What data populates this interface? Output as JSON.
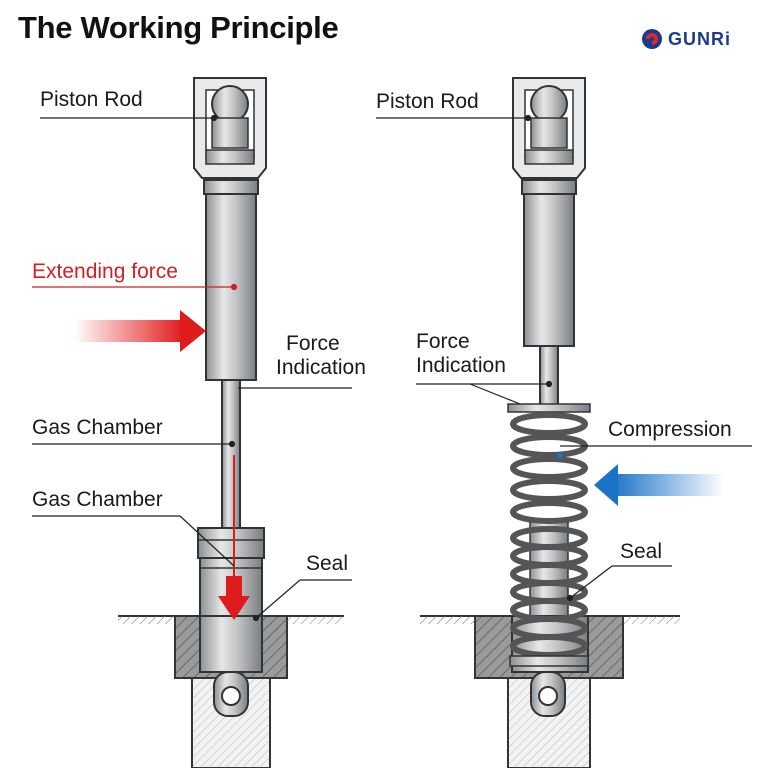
{
  "title": "The Working Principle",
  "brand": {
    "name": "GUNRi",
    "logo_icon": "gunri-logo-icon"
  },
  "colors": {
    "extend_arrow": "#e01b1b",
    "compress_arrow": "#1a73c7",
    "metal": "#b9bcbf"
  },
  "left_diagram": {
    "labels": {
      "piston_rod": "Piston Rod",
      "extending_force": "Extending force",
      "force_indication_1": "Force",
      "force_indication_2": "Indication",
      "gas_chamber_1": "Gas Chamber",
      "gas_chamber_2": "Gas Chamber",
      "seal": "Seal"
    }
  },
  "right_diagram": {
    "labels": {
      "piston_rod": "Piston Rod",
      "force_indication_1": "Force",
      "force_indication_2": "Indication",
      "compression": "Compression",
      "seal": "Seal"
    }
  }
}
